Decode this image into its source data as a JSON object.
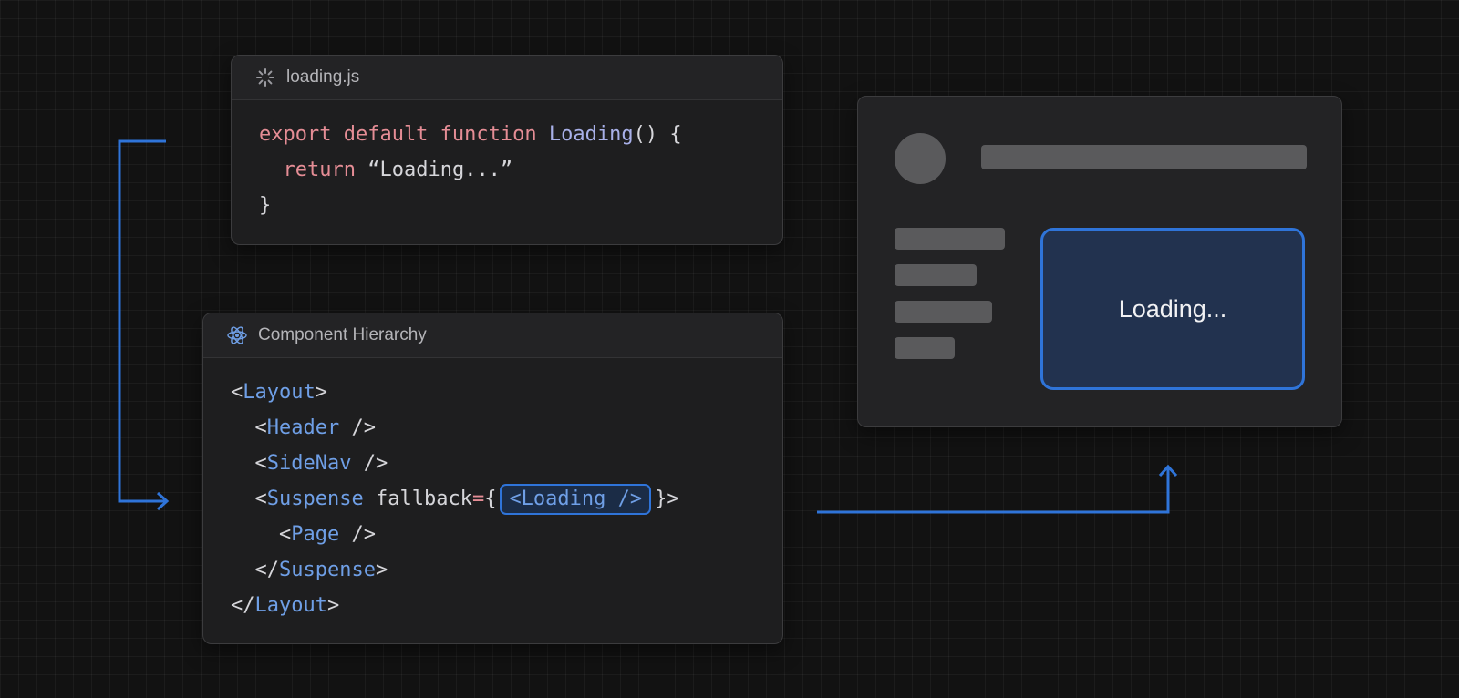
{
  "loading_card": {
    "title": "loading.js",
    "icon": "spinner-icon",
    "code": {
      "export_kw": "export default function",
      "fn_name": "Loading",
      "sig_tail": "() {",
      "return_kw": "return",
      "return_val": "“Loading...”",
      "close": "}"
    }
  },
  "hierarchy_card": {
    "title": "Component Hierarchy",
    "icon": "react-atom-icon",
    "code": {
      "layout_open": "Layout",
      "header": "Header",
      "sidenav": "SideNav",
      "suspense": "Suspense",
      "fallback_attr": "fallback",
      "loading_tag": "<Loading />",
      "page": "Page",
      "suspense_close": "Suspense",
      "layout_close": "Layout"
    }
  },
  "preview": {
    "loading_text": "Loading..."
  },
  "colors": {
    "accent": "#2f74d9",
    "background": "#121212",
    "skeleton": "#5a5a5c",
    "keyword": "#e58d95",
    "tag": "#6f9fe6"
  }
}
